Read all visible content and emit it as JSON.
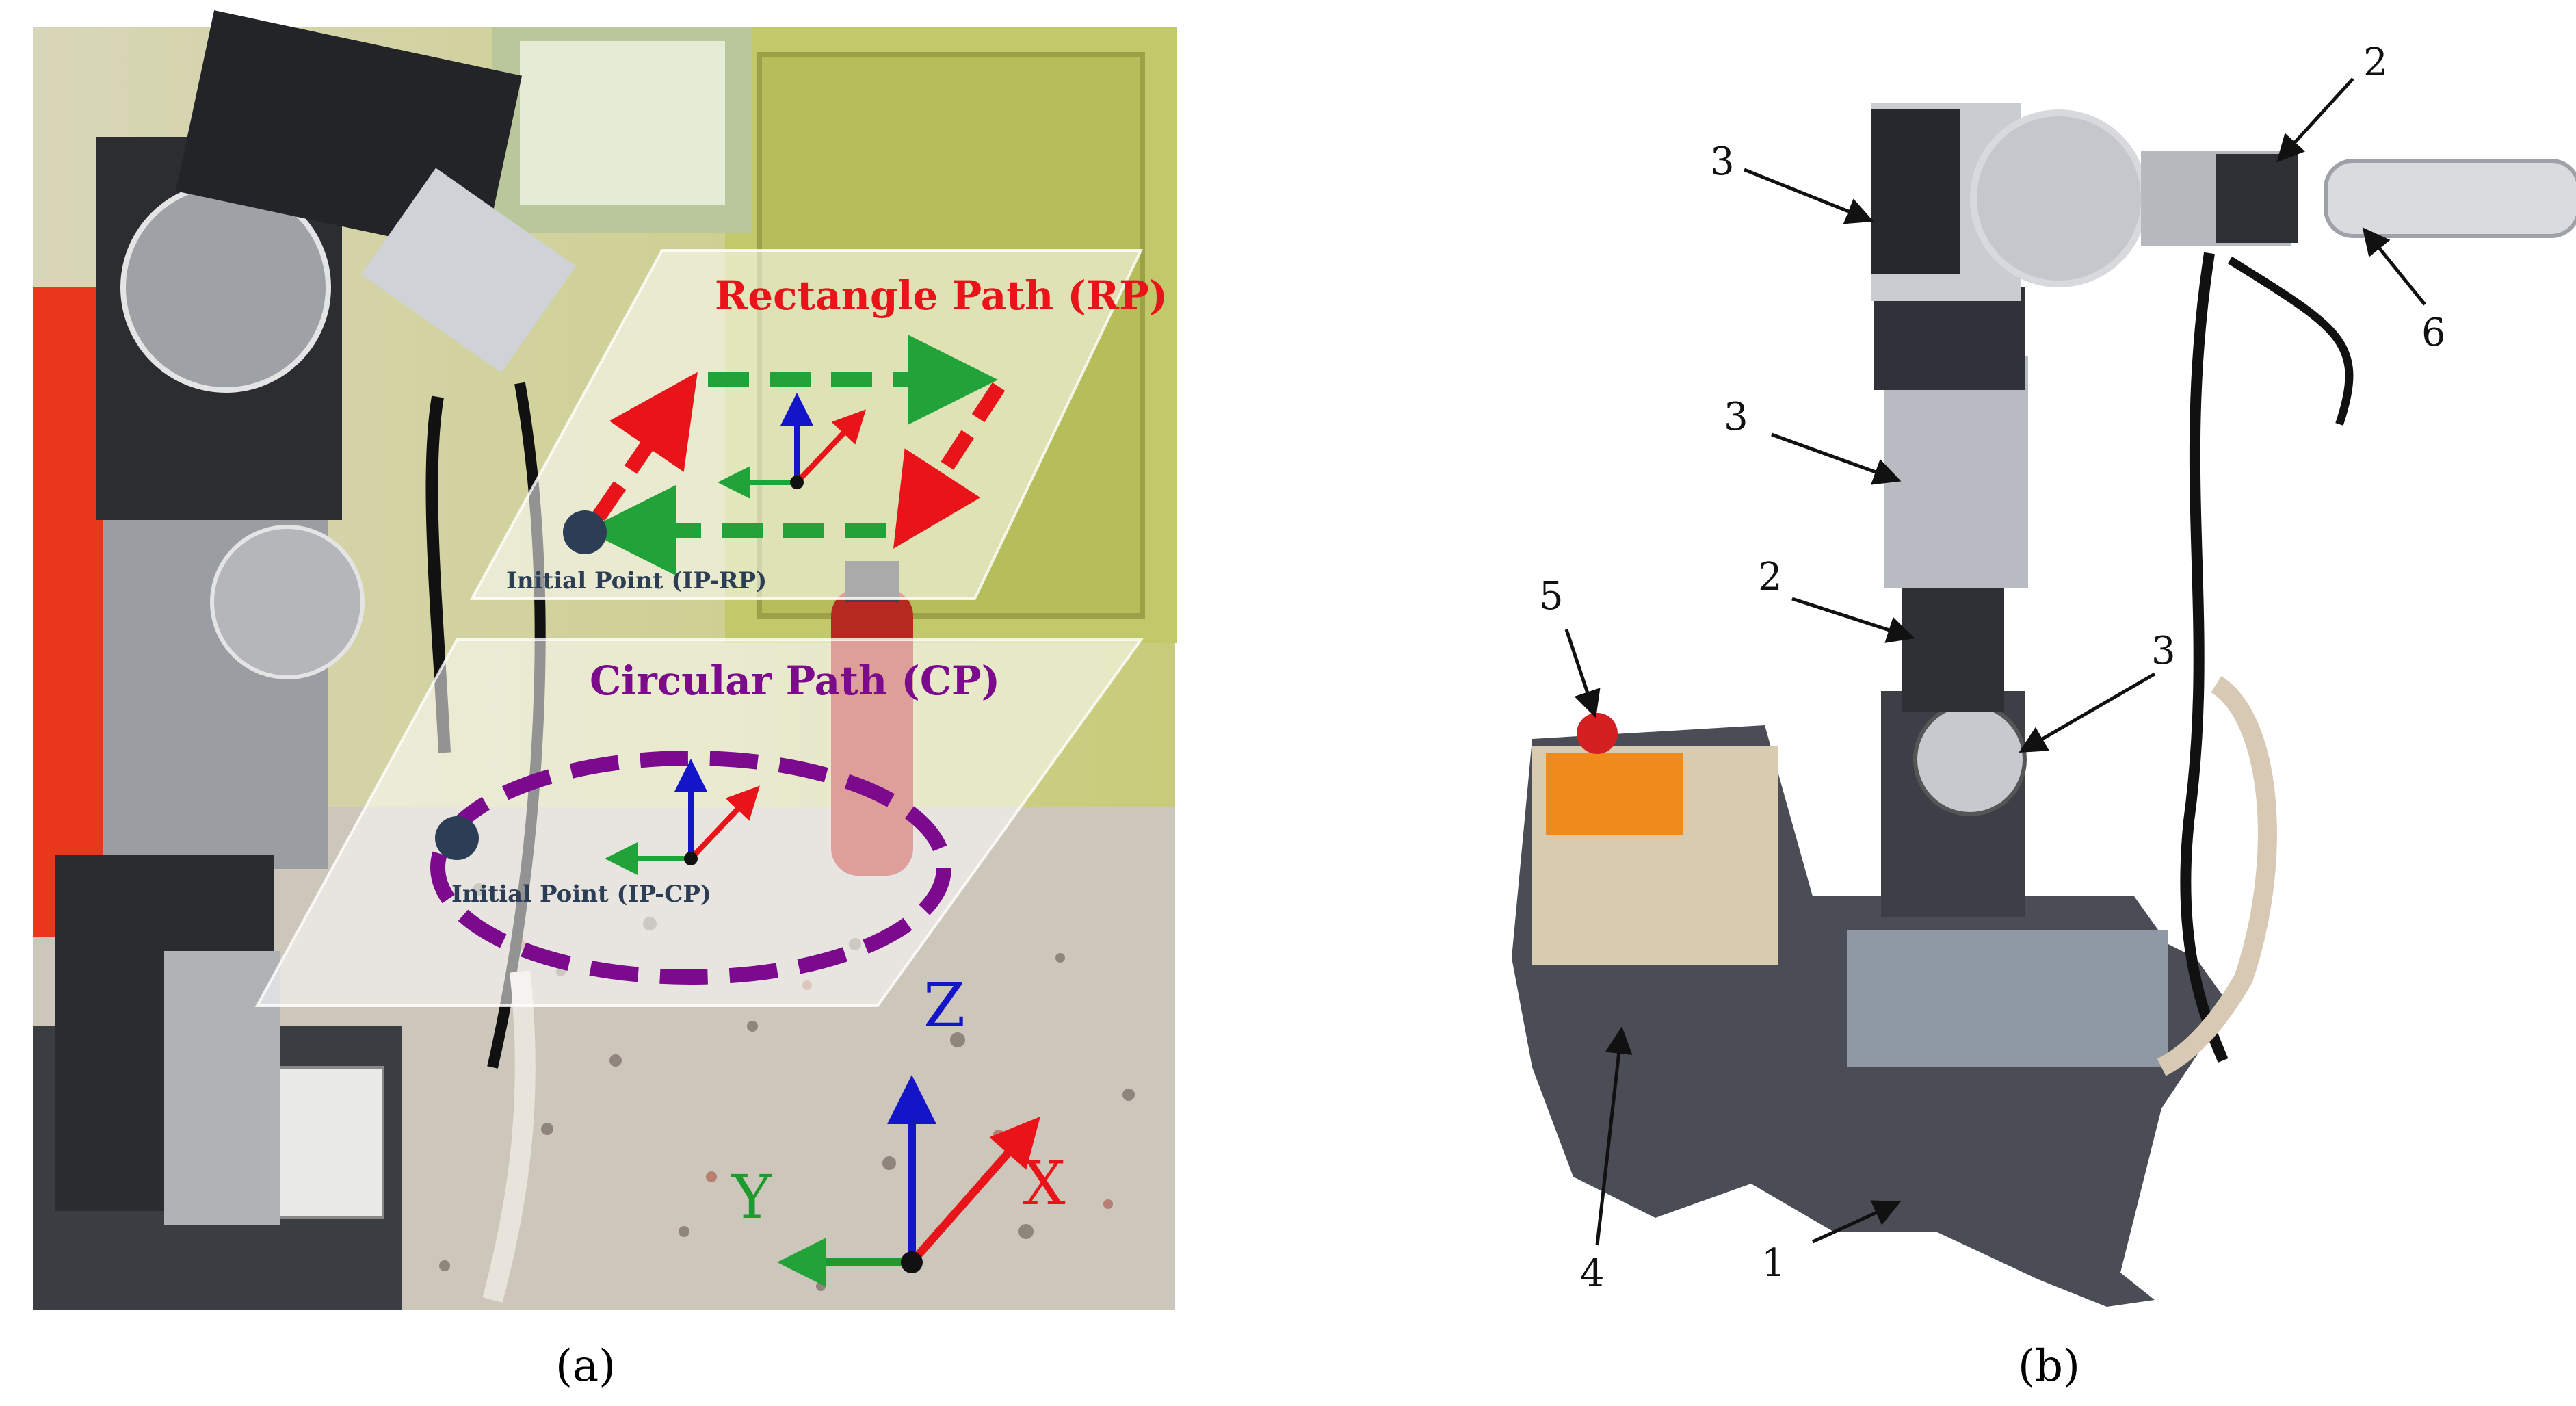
{
  "panel_a": {
    "label": "(a)",
    "rectangle_path_title": "Rectangle Path (RP)",
    "rectangle_initial_point": "Initial Point (IP-RP)",
    "circular_path_title": "Circular Path (CP)",
    "circular_initial_point": "Initial Point (IP-CP)",
    "axis_x": "X",
    "axis_y": "Y",
    "axis_z": "Z"
  },
  "panel_b": {
    "label": "(b)",
    "callouts": [
      "3",
      "2",
      "6",
      "3",
      "2",
      "3",
      "5",
      "4",
      "1"
    ]
  },
  "colors": {
    "rect_title": "#e8141a",
    "circle_title": "#7b0a8c",
    "path_green": "#22a33a",
    "path_red": "#e8141a",
    "path_purple": "#7b0a8c",
    "axis_blue": "#1414c8",
    "axis_green": "#1f9a2e",
    "axis_red": "#e8141a",
    "initial_point": "#2c3e55"
  }
}
